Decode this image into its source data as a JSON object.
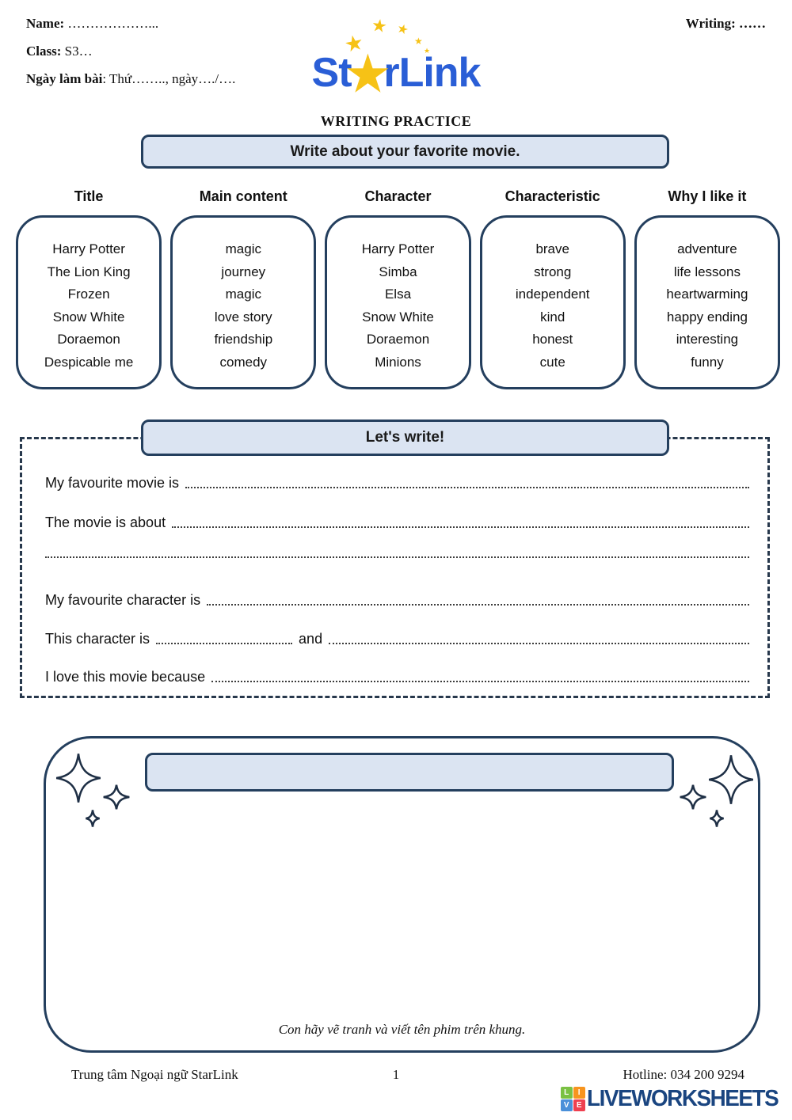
{
  "colors": {
    "navy": "#243f5e",
    "banner-fill": "#dbe4f2",
    "logo-blue": "#2a5ed6",
    "star-yellow": "#f6c216",
    "lws-navy": "#1a4580"
  },
  "header": {
    "name_label": "Name:",
    "name_dots": "………………...",
    "class_label": "Class:",
    "class_value": "S3…",
    "date_label": "Ngày làm bài",
    "date_value": ": Thứ…….., ngày…./….",
    "writing_label": "Writing: ……"
  },
  "logo": {
    "part1": "St",
    "star": "★",
    "part2": "rLink"
  },
  "title": "WRITING PRACTICE",
  "prompt_banner": "Write about your favorite movie.",
  "columns": [
    {
      "header": "Title",
      "items": [
        "Harry Potter",
        "The Lion King",
        "Frozen",
        "Snow White",
        "Doraemon",
        "Despicable me"
      ]
    },
    {
      "header": "Main content",
      "items": [
        "magic",
        "journey",
        "magic",
        "love story",
        "friendship",
        "comedy"
      ]
    },
    {
      "header": "Character",
      "items": [
        "Harry Potter",
        "Simba",
        "Elsa",
        "Snow White",
        "Doraemon",
        "Minions"
      ]
    },
    {
      "header": "Characteristic",
      "items": [
        "brave",
        "strong",
        "independent",
        "kind",
        "honest",
        "cute"
      ]
    },
    {
      "header": "Why I like it",
      "items": [
        "adventure",
        "life lessons",
        "heartwarming",
        "happy ending",
        "interesting",
        "funny"
      ]
    }
  ],
  "lets_write": {
    "banner": "Let's write!",
    "lines": [
      {
        "label": "My favourite movie is"
      },
      {
        "label": "The movie is about"
      },
      {
        "label": ""
      },
      {
        "label": "My favourite character is"
      },
      {
        "label": "This character is",
        "mid": "and"
      },
      {
        "label": "I love this movie because"
      }
    ]
  },
  "drawing_box": {
    "caption": "Con hãy vẽ tranh và viết tên phim trên khung."
  },
  "footer": {
    "left": "Trung tâm Ngoại ngữ StarLink",
    "page": "1",
    "right": "Hotline: 034 200 9294"
  },
  "liveworksheets": {
    "text": "LIVEWORKSHEETS",
    "grid": [
      "L",
      "I",
      "V",
      "E"
    ],
    "grid_colors": [
      "#7ac143",
      "#f7941e",
      "#4a90d9",
      "#ef4050"
    ]
  }
}
